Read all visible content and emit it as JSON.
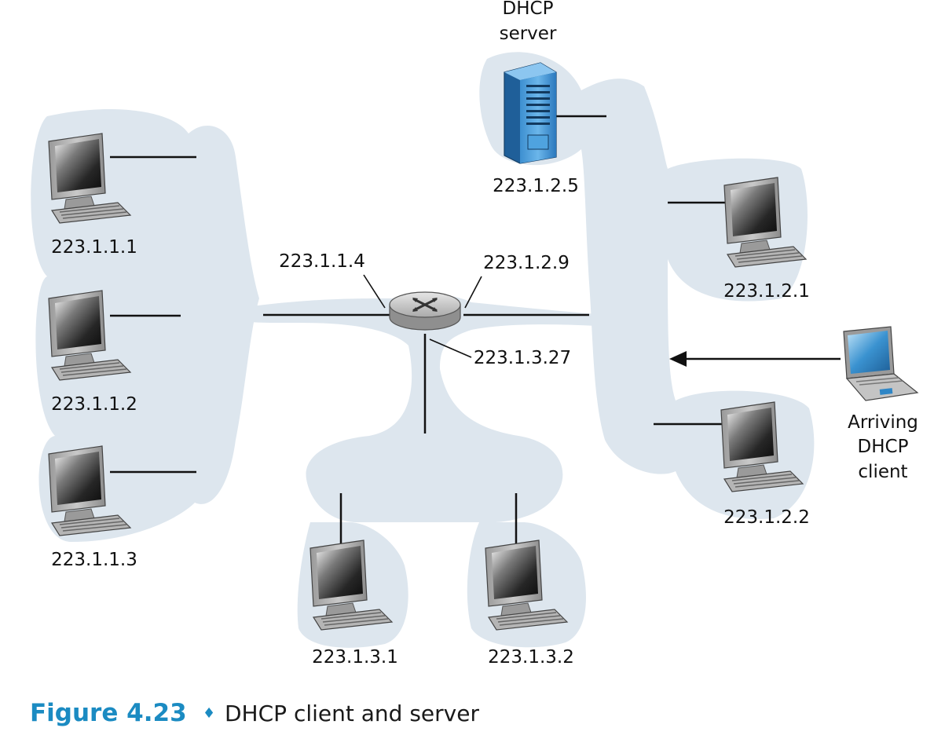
{
  "labels": {
    "dhcp_server_title_line1": "DHCP",
    "dhcp_server_title_line2": "server",
    "server_ip": "223.1.2.5",
    "host_1_1_1": "223.1.1.1",
    "host_1_1_2": "223.1.1.2",
    "host_1_1_3": "223.1.1.3",
    "router_if_1": "223.1.1.4",
    "router_if_2": "223.1.2.9",
    "router_if_3": "223.1.3.27",
    "host_1_2_1": "223.1.2.1",
    "host_1_2_2": "223.1.2.2",
    "host_1_3_1": "223.1.3.1",
    "host_1_3_2": "223.1.3.2",
    "arriving_line1": "Arriving",
    "arriving_line2": "DHCP",
    "arriving_line3": "client"
  },
  "caption": {
    "figure_number": "Figure 4.23",
    "separator": "♦",
    "text": "DHCP client and server"
  },
  "colors": {
    "subnet_fill": "#dde6ee",
    "caption_accent": "#1b8bc2",
    "laptop_screen": "#2f86c6"
  },
  "icons": [
    "desktop-computer-icon",
    "server-icon",
    "router-icon",
    "laptop-icon"
  ]
}
